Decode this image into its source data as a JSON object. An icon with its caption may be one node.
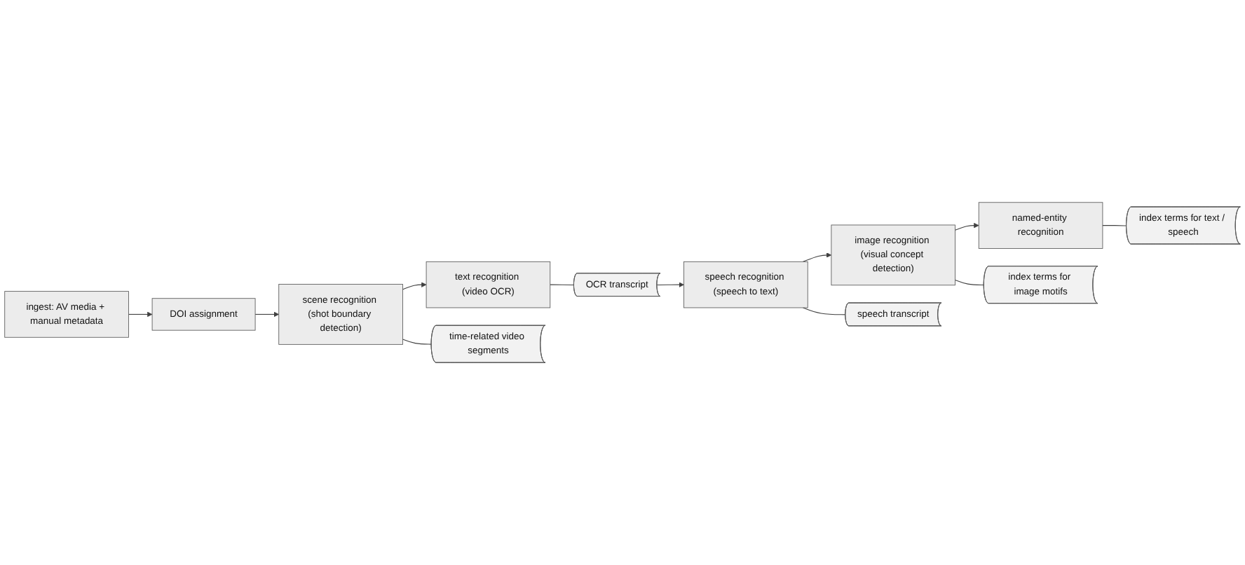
{
  "diagram": {
    "nodes": [
      {
        "text": [
          "ingest: AV media + manual metadata"
        ]
      },
      {
        "text": [
          "DOI assignment"
        ]
      },
      {
        "text": [
          "scene recognition (shot boundary detection)"
        ]
      },
      {
        "text": [
          "text recognition (video OCR)"
        ]
      },
      {
        "text": [
          "time-related video segments"
        ]
      },
      {
        "text": [
          "OCR transcript"
        ]
      },
      {
        "text": [
          "named-entity recognition"
        ]
      },
      {
        "text": [
          "image recognition (visual concept detection)"
        ]
      },
      {
        "text": [
          "speech recognition (speech to text)"
        ]
      },
      {
        "text": [
          "index terms for text / speech"
        ]
      },
      {
        "text": [
          "index terms for image motifs"
        ]
      },
      {
        "text": [
          "speech transcript"
        ]
      }
    ],
    "edges": [
      {
        "from": 0,
        "to": 1,
        "arrow": "to"
      },
      {
        "from": 1,
        "to": 2,
        "arrow": "to"
      },
      {
        "from": 2,
        "to": 3,
        "arrow": "to"
      },
      {
        "from": 2,
        "to": 4,
        "arrow": "none"
      },
      {
        "from": 3,
        "to": 5,
        "arrow": "none"
      },
      {
        "from": 5,
        "to": 8,
        "arrow": "to"
      },
      {
        "from": 8,
        "to": 7,
        "arrow": "to"
      },
      {
        "from": 7,
        "to": 6,
        "arrow": "to"
      },
      {
        "from": 6,
        "to": 9,
        "arrow": "none"
      },
      {
        "from": 7,
        "to": 10,
        "arrow": "none"
      },
      {
        "from": 8,
        "to": 11,
        "arrow": "none"
      }
    ]
  }
}
